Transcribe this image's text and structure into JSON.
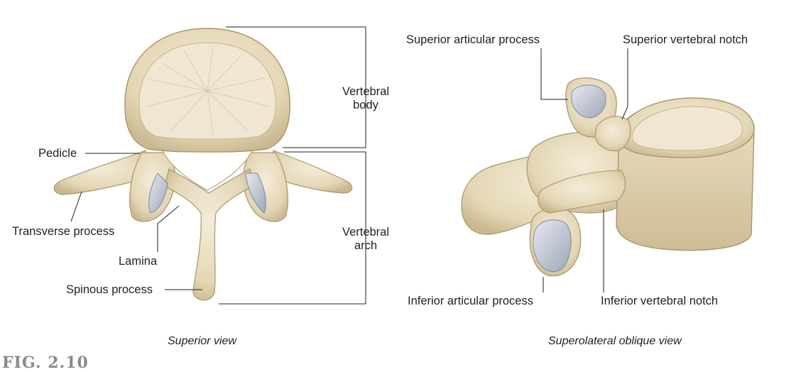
{
  "figure": {
    "label": "FIG. 2.10"
  },
  "superior_view": {
    "caption": "Superior view",
    "labels": {
      "pedicle": "Pedicle",
      "transverse_process": "Transverse process",
      "lamina": "Lamina",
      "spinous_process": "Spinous process",
      "vertebral_body_line1": "Vertebral",
      "vertebral_body_line2": "body",
      "vertebral_arch_line1": "Vertebral",
      "vertebral_arch_line2": "arch"
    }
  },
  "oblique_view": {
    "caption": "Superolateral oblique view",
    "labels": {
      "superior_articular_process": "Superior articular process",
      "superior_vertebral_notch": "Superior vertebral notch",
      "inferior_articular_process": "Inferior articular process",
      "inferior_vertebral_notch": "Inferior vertebral notch"
    }
  },
  "colors": {
    "bone": "#e9dfc4",
    "bone_shadow": "#c9b890",
    "cancellous": "#efe7d3",
    "cartilage": "#c7ccd8",
    "leader_line": "#231f20"
  }
}
